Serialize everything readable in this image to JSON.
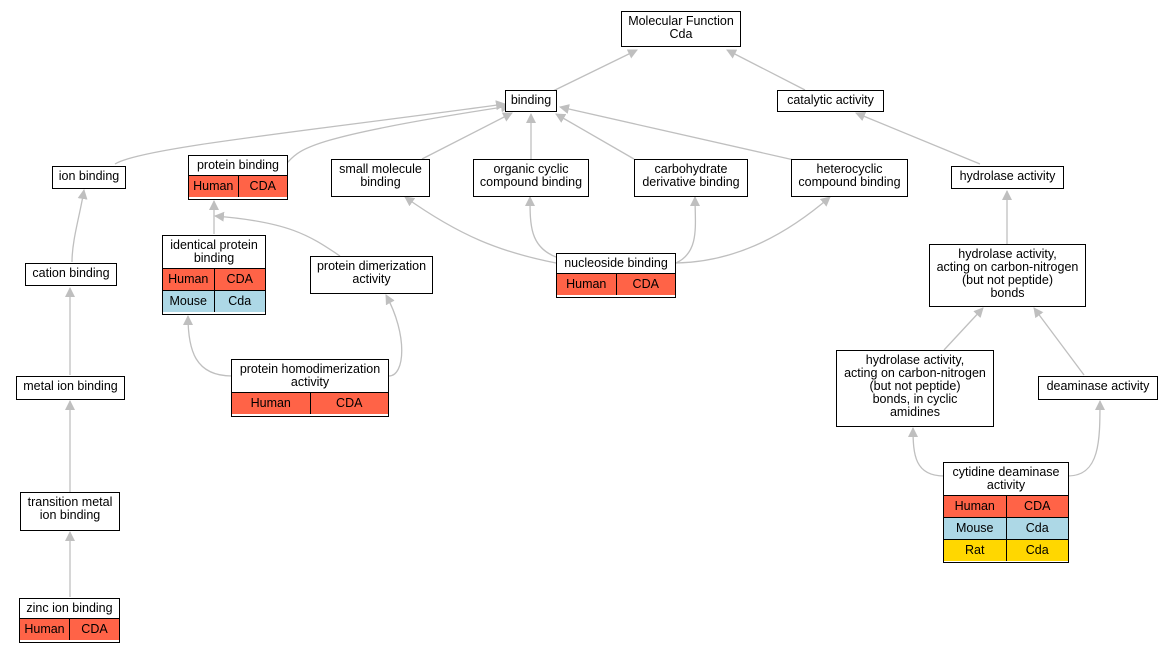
{
  "colors": {
    "human": "#ff6347",
    "mouse": "#add8e6",
    "rat": "#ffd700",
    "edge": "#bfbfbf"
  },
  "nodes": {
    "mf": {
      "line1": "Molecular Function",
      "line2": "Cda"
    },
    "binding": {
      "label": "binding"
    },
    "catalytic": {
      "label": "catalytic activity"
    },
    "ion_binding": {
      "label": "ion binding"
    },
    "protein_binding": {
      "label": "protein binding",
      "rows": [
        [
          "Human",
          "CDA"
        ]
      ]
    },
    "small_molecule": {
      "line1": "small molecule",
      "line2": "binding"
    },
    "organic_cyclic": {
      "line1": "organic cyclic",
      "line2": "compound binding"
    },
    "carbohydrate": {
      "line1": "carbohydrate",
      "line2": "derivative binding"
    },
    "heterocyclic": {
      "line1": "heterocyclic",
      "line2": "compound binding"
    },
    "hydrolase": {
      "label": "hydrolase activity"
    },
    "cation": {
      "label": "cation binding"
    },
    "identical": {
      "line1": "identical protein",
      "line2": "binding",
      "rows": [
        [
          "Human",
          "CDA"
        ],
        [
          "Mouse",
          "Cda"
        ]
      ]
    },
    "dimerization": {
      "line1": "protein dimerization",
      "line2": "activity"
    },
    "nucleoside": {
      "label": "nucleoside binding",
      "rows": [
        [
          "Human",
          "CDA"
        ]
      ]
    },
    "hydrolase_cn": {
      "line1": "hydrolase activity,",
      "line2": "acting on carbon-nitrogen",
      "line3": "(but not peptide)",
      "line4": "bonds"
    },
    "metal": {
      "label": "metal ion binding"
    },
    "homodimerization": {
      "line1": "protein homodimerization",
      "line2": "activity",
      "rows": [
        [
          "Human",
          "CDA"
        ]
      ]
    },
    "hydrolase_cyclic": {
      "line1": "hydrolase activity,",
      "line2": "acting on carbon-nitrogen",
      "line3": "(but not peptide)",
      "line4": "bonds, in cyclic",
      "line5": "amidines"
    },
    "deaminase": {
      "label": "deaminase activity"
    },
    "transition": {
      "line1": "transition metal",
      "line2": "ion binding"
    },
    "cytidine": {
      "line1": "cytidine deaminase",
      "line2": "activity",
      "rows": [
        [
          "Human",
          "CDA"
        ],
        [
          "Mouse",
          "Cda"
        ],
        [
          "Rat",
          "Cda"
        ]
      ]
    },
    "zinc": {
      "label": "zinc ion binding",
      "rows": [
        [
          "Human",
          "CDA"
        ]
      ]
    }
  }
}
